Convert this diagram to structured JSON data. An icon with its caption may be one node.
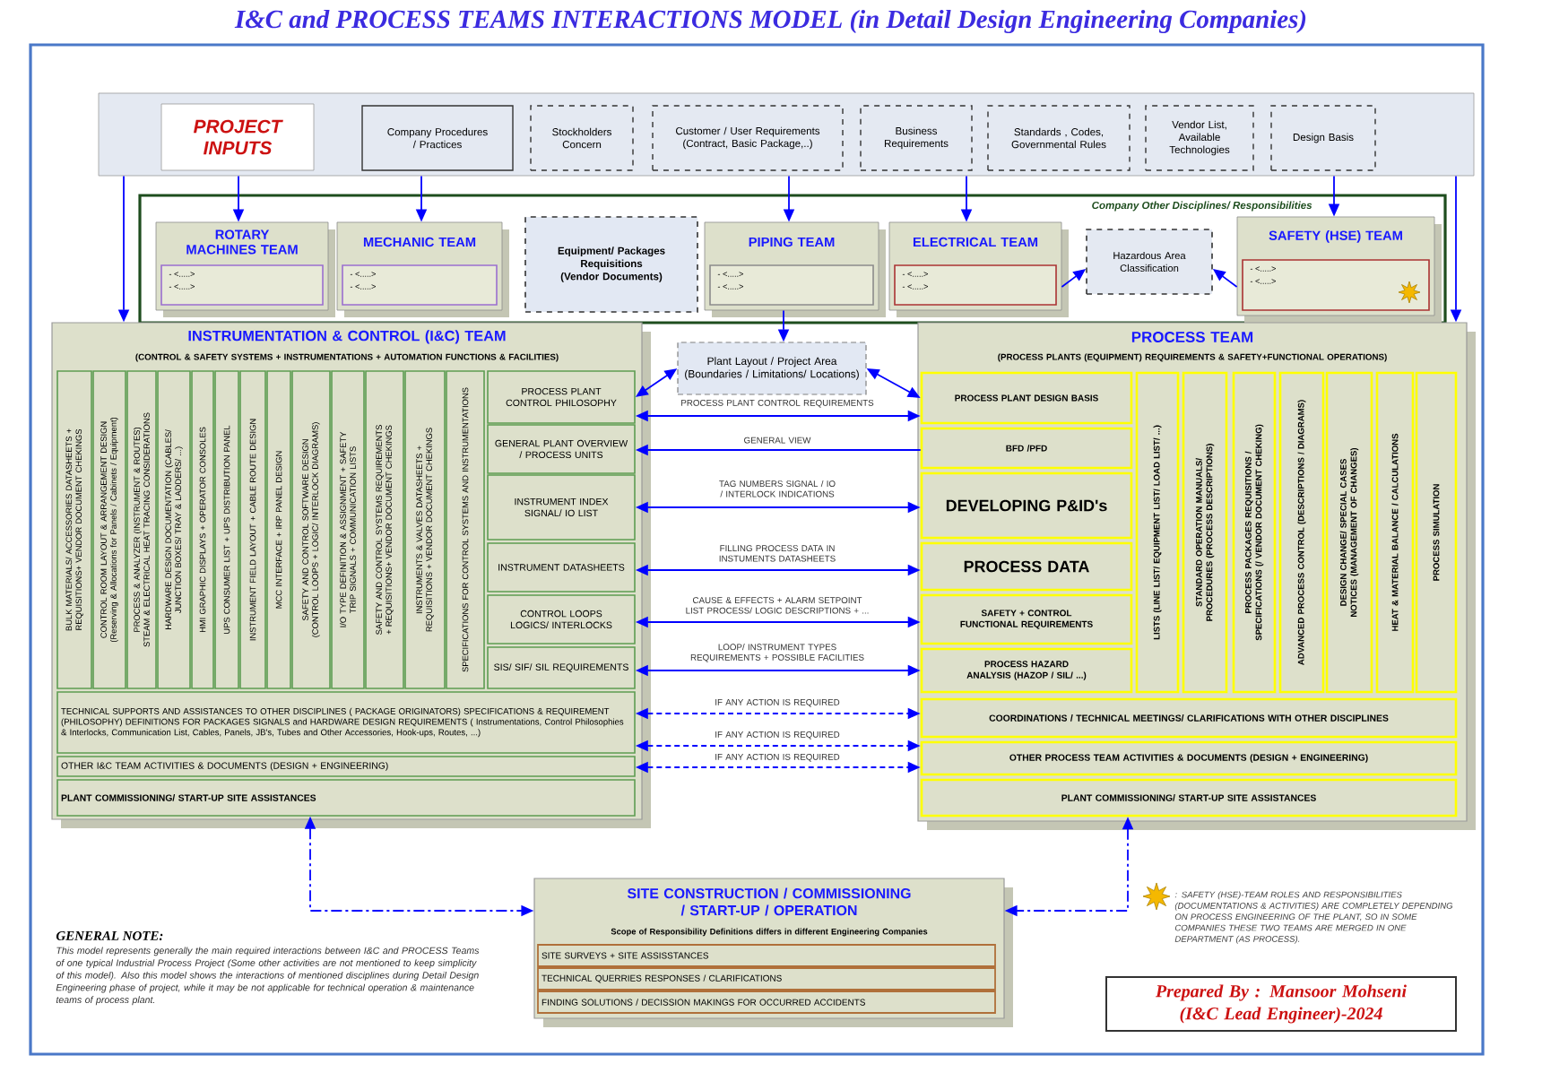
{
  "diagram": {
    "title": "I&C and PROCESS TEAMS INTERACTIONS MODEL (in Detail Design Engineering Companies)",
    "nodes": [
      {
        "text": [],
        "shape": "box"
      },
      {
        "text": [
          "PROJECT INPUTS"
        ],
        "in": 0
      },
      {
        "text": [
          "Company Procedures / Practices"
        ],
        "in": 0
      },
      {
        "text": [
          "Stockholders Concern"
        ],
        "in": 0
      },
      {
        "text": [
          "Customer / User Requirements (Contract, Basic Package,..)"
        ],
        "in": 0
      },
      {
        "text": [
          "Business Requirements"
        ],
        "in": 0
      },
      {
        "text": [
          "Standards , Codes, Governmental Rules"
        ],
        "in": 0
      },
      {
        "text": [
          "Vendor List, Available Technologies"
        ],
        "in": 0
      },
      {
        "text": [
          "Design Basis"
        ],
        "in": 0
      },
      {
        "text": [
          "Company Other Disciplines/ Responsibilities"
        ]
      },
      {
        "text": [
          "ROTARY MACHINES TEAM",
          "- <.....>",
          "- <.....>"
        ],
        "in": 9
      },
      {
        "text": [
          "MECHANIC TEAM",
          "- <.....>",
          "- <.....>"
        ],
        "in": 9
      },
      {
        "text": [
          "Equipment/ Packages Requisitions (Vendor Documents)"
        ],
        "in": 9
      },
      {
        "text": [
          "PIPING TEAM",
          "- <.....>",
          "- <.....>"
        ],
        "in": 9
      },
      {
        "text": [
          "ELECTRICAL TEAM",
          "- <.....>",
          "- <.....>"
        ],
        "in": 9
      },
      {
        "text": [
          "Hazardous Area Classification"
        ],
        "in": 9
      },
      {
        "text": [
          "SAFETY (HSE) TEAM",
          "- <.....>",
          "- <.....>"
        ],
        "in": 9
      },
      {
        "text": [
          "INSTRUMENTATION & CONTROL (I&C) TEAM",
          "(CONTROL & SAFETY SYSTEMS + INSTRUMENTATIONS + AUTOMATION FUNCTIONS & FACILITIES)"
        ]
      },
      {
        "text": [
          "BULK MATERIALS/ ACCESSORIES DATASHEETS + REQUISITIONS+ VENDOR DOCUMENT CHEKINGS"
        ],
        "in": 17
      },
      {
        "text": [
          "CONTROL ROOM LAYOUT & ARRANGEMENT DESIGN (Reserving & Allocations for Panels / Cabinets / Equipment)"
        ],
        "in": 17
      },
      {
        "text": [
          "PROCESS & ANALYZER (INSTRUMENT & ROUTES) STEAM & ELECTRICAL HEAT TRACING CONSIDERATIONS"
        ],
        "in": 17
      },
      {
        "text": [
          "HARDWARE DESIGN DOCUMENTATION (CABLES/ JUNCTION BOXES/ TRAY & LADDERS/ ...)"
        ],
        "in": 17
      },
      {
        "text": [
          "HMI GRAPHIC DISPLAYS + OPERATOR CONSOLES"
        ],
        "in": 17
      },
      {
        "text": [
          "UPS CONSUMER LIST + UPS DISTRIBUTION PANEL"
        ],
        "in": 17
      },
      {
        "text": [
          "INSTRUMENT FIELD LAYOUT + CABLE ROUTE DESIGN"
        ],
        "in": 17
      },
      {
        "text": [
          "MCC INTERFACE + IRP PANEL DESIGN"
        ],
        "in": 17
      },
      {
        "text": [
          "SAFETY AND CONTROL SOFTWARE DESIGN (CONTROL LOOPS + LOGIC/ INTERLOCK DIAGRAMS)"
        ],
        "in": 17
      },
      {
        "text": [
          "I/O TYPE DEFINITION & ASSIGNMENT + SAFETY TRIP SIGNALS + COMMUNICATION LISTS"
        ],
        "in": 17
      },
      {
        "text": [
          "SAFETY AND CONTROL SYSTEMS REQUIREMENTS + REQUISITIONS+ VENDOR DOCUMENT CHEKINGS"
        ],
        "in": 17
      },
      {
        "text": [
          "INSTRUMENTS & VALVES DATASHEETS + REQUISITIONS + VENDOR DOCUMENT CHEKINGS"
        ],
        "in": 17
      },
      {
        "text": [
          "SPECIFICATIONS FOR CONTROL SYSTEMS AND INSTRUMENTATIONS"
        ],
        "in": 17
      },
      {
        "text": [
          "PROCESS PLANT CONTROL PHILOSOPHY"
        ],
        "in": 17
      },
      {
        "text": [
          "GENERAL PLANT OVERVIEW / PROCESS UNITS"
        ],
        "in": 17
      },
      {
        "text": [
          "INSTRUMENT INDEX SIGNAL/ IO LIST"
        ],
        "in": 17
      },
      {
        "text": [
          "INSTRUMENT DATASHEETS"
        ],
        "in": 17
      },
      {
        "text": [
          "CONTROL LOOPS LOGICS/ INTERLOCKS"
        ],
        "in": 17
      },
      {
        "text": [
          "SIS/ SIF/ SIL REQUIREMENTS"
        ],
        "in": 17
      },
      {
        "text": [
          "TECHNICAL SUPPORTS AND ASSISTANCES TO OTHER DISCIPLINES ( PACKAGE ORIGINATORS) SPECIFICATIONS & REQUIREMENT (PHILOSOPHY) DEFINITIONS FOR PACKAGES SIGNALS and HARDWARE DESIGN REQUIREMENTS ( Instrumentations, Control Philosophies & Interlocks, Communication List, Cables, Panels, JB's, Tubes and Other Accessories, Hook-ups, Routes, ...)"
        ],
        "in": 17
      },
      {
        "text": [
          "OTHER I&C TEAM ACTIVITIES & DOCUMENTS (DESIGN + ENGINEERING)"
        ],
        "in": 17
      },
      {
        "text": [
          "PLANT COMMISSIONING/ START-UP SITE ASSISTANCES"
        ],
        "in": 17
      },
      {
        "text": [
          "Plant Layout / Project Area (Boundaries / Limitations/ Locations)"
        ]
      },
      {
        "text": [
          "PROCESS TEAM",
          "(PROCESS PLANTS (EQUIPMENT) REQUIREMENTS & SAFETY+FUNCTIONAL OPERATIONS)"
        ]
      },
      {
        "text": [
          "PROCESS PLANT DESIGN BASIS"
        ],
        "in": 41
      },
      {
        "text": [
          "BFD /PFD"
        ],
        "in": 41
      },
      {
        "text": [
          "DEVELOPING P&ID's"
        ],
        "in": 41
      },
      {
        "text": [
          "PROCESS DATA"
        ],
        "in": 41
      },
      {
        "text": [
          "SAFETY + CONTROL FUNCTIONAL REQUIREMENTS"
        ],
        "in": 41
      },
      {
        "text": [
          "PROCESS HAZARD ANALYSIS (HAZOP / SIL/ ...)"
        ],
        "in": 41
      },
      {
        "text": [
          "LISTS (LINE LIST/ EQUIPMENT LIST/ LOAD LIST/ ...)"
        ],
        "in": 41
      },
      {
        "text": [
          "STANDARD OPERATION MANUALS/ PROCEDURES (PROCESS DESCRIPTIONS)"
        ],
        "in": 41
      },
      {
        "text": [
          "PROCESS PACKAGES REQUISITIONS / SPECIFICATIONS (/ VENDOR DOCUMENT CHEKING)"
        ],
        "in": 41
      },
      {
        "text": [
          "ADVANCED PROCESS CONTROL (DESCRIPTIONS / DIAGRAMS)"
        ],
        "in": 41
      },
      {
        "text": [
          "DESIGN CHANGE/ SPECIAL CASES NOTICES (MANAGEMENT OF CHANGES)"
        ],
        "in": 41
      },
      {
        "text": [
          "HEAT & MATERIAL BALANCE / CALCULATIONS"
        ],
        "in": 41
      },
      {
        "text": [
          "PROCESS SIMULATION"
        ],
        "in": 41
      },
      {
        "text": [
          "COORDINATIONS / TECHNICAL MEETINGS/ CLARIFICATIONS WITH OTHER DISCIPLINES"
        ],
        "in": 41
      },
      {
        "text": [
          "OTHER PROCESS TEAM ACTIVITIES & DOCUMENTS (DESIGN + ENGINEERING)"
        ],
        "in": 41
      },
      {
        "text": [
          "PLANT COMMISSIONING/ START-UP SITE ASSISTANCES"
        ],
        "in": 41
      },
      {
        "text": [
          "SITE CONSTRUCTION / COMMISSIONING / START-UP / OPERATION",
          "Scope of Responsibility Definitions differs in different Engineering Companies"
        ]
      },
      {
        "text": [
          "SITE SURVEYS + SITE ASSISSTANCES"
        ],
        "in": 58
      },
      {
        "text": [
          "TECHNICAL QUERRIES RESPONSES / CLARIFICATIONS"
        ],
        "in": 58
      },
      {
        "text": [
          "FINDING SOLUTIONS / DECISSION MAKINGS FOR OCCURRED ACCIDENTS"
        ],
        "in": 58
      },
      {
        "text": [
          "Prepared By : Mansoor Mohseni",
          "(I&C Lead Engineer)-2024"
        ]
      }
    ],
    "edges": [
      {
        "from": 0,
        "to": 17,
        "arrow": "to"
      },
      {
        "from": 0,
        "to": 10,
        "arrow": "to"
      },
      {
        "from": 0,
        "to": 11,
        "arrow": "to"
      },
      {
        "from": 0,
        "to": 13,
        "arrow": "to"
      },
      {
        "from": 0,
        "to": 14,
        "arrow": "to"
      },
      {
        "from": 0,
        "to": 16,
        "arrow": "to"
      },
      {
        "from": 0,
        "to": 41,
        "arrow": "to"
      },
      {
        "from": 14,
        "to": 15,
        "arrow": "to"
      },
      {
        "from": 16,
        "to": 15,
        "arrow": "to"
      },
      {
        "from": 13,
        "to": 40,
        "arrow": "to"
      },
      {
        "from": 40,
        "to": 31,
        "arrow": "both"
      },
      {
        "from": 40,
        "to": 42,
        "arrow": "both"
      },
      {
        "from": 31,
        "to": 42,
        "arrow": "both",
        "label": "PROCESS PLANT CONTROL REQUIREMENTS"
      },
      {
        "from": 43,
        "to": 32,
        "arrow": "to",
        "label": "GENERAL VIEW"
      },
      {
        "from": 33,
        "to": 44,
        "arrow": "both",
        "label": "TAG NUMBERS SIGNAL / IO / INTERLOCK INDICATIONS"
      },
      {
        "from": 34,
        "to": 45,
        "arrow": "both",
        "label": "FILLING PROCESS DATA IN INSTUMENTS DATASHEETS"
      },
      {
        "from": 35,
        "to": 46,
        "arrow": "both",
        "label": "CAUSE & EFFECTS + ALARM SETPOINT LIST PROCESS/ LOGIC DESCRIPTIONS + ..."
      },
      {
        "from": 36,
        "to": 47,
        "arrow": "both",
        "label": "LOOP/ INSTRUMENT TYPES REQUIREMENTS + POSSIBLE FACILITIES"
      },
      {
        "from": 37,
        "to": 55,
        "arrow": "both",
        "style": "dashed",
        "label": "IF ANY ACTION IS REQUIRED"
      },
      {
        "from": 37,
        "to": 56,
        "arrow": "both",
        "style": "dashed",
        "label": "IF ANY ACTION IS REQUIRED"
      },
      {
        "from": 38,
        "to": 56,
        "arrow": "both",
        "style": "dashed",
        "label": "IF ANY ACTION IS REQUIRED"
      },
      {
        "from": 39,
        "to": 58,
        "arrow": "both",
        "style": "dashed"
      },
      {
        "from": 57,
        "to": 58,
        "arrow": "both",
        "style": "dashed"
      }
    ],
    "labels": [
      "GENERAL NOTE:",
      "This model represents generally the main required interactions between I&C and PROCESS Teams of one typical Industrial Process Project (Some other activities are not mentioned to keep simplicity of this model). Also this model shows the interactions of mentioned disciplines during Detail Design Engineering phase of project, while it may be not applicable for technical operation & maintenance teams of process plant.",
      ": SAFETY (HSE)-TEAM ROLES AND RESPONSIBILITIES (DOCUMENTATIONS & ACTIVITIES) ARE COMPLETELY DEPENDING ON PROCESS ENGINEERING OF THE PLANT, SO IN SOME COMPANIES THESE TWO TEAMS ARE MERGED IN ONE DEPARTMENT (AS PROCESS)."
    ]
  }
}
